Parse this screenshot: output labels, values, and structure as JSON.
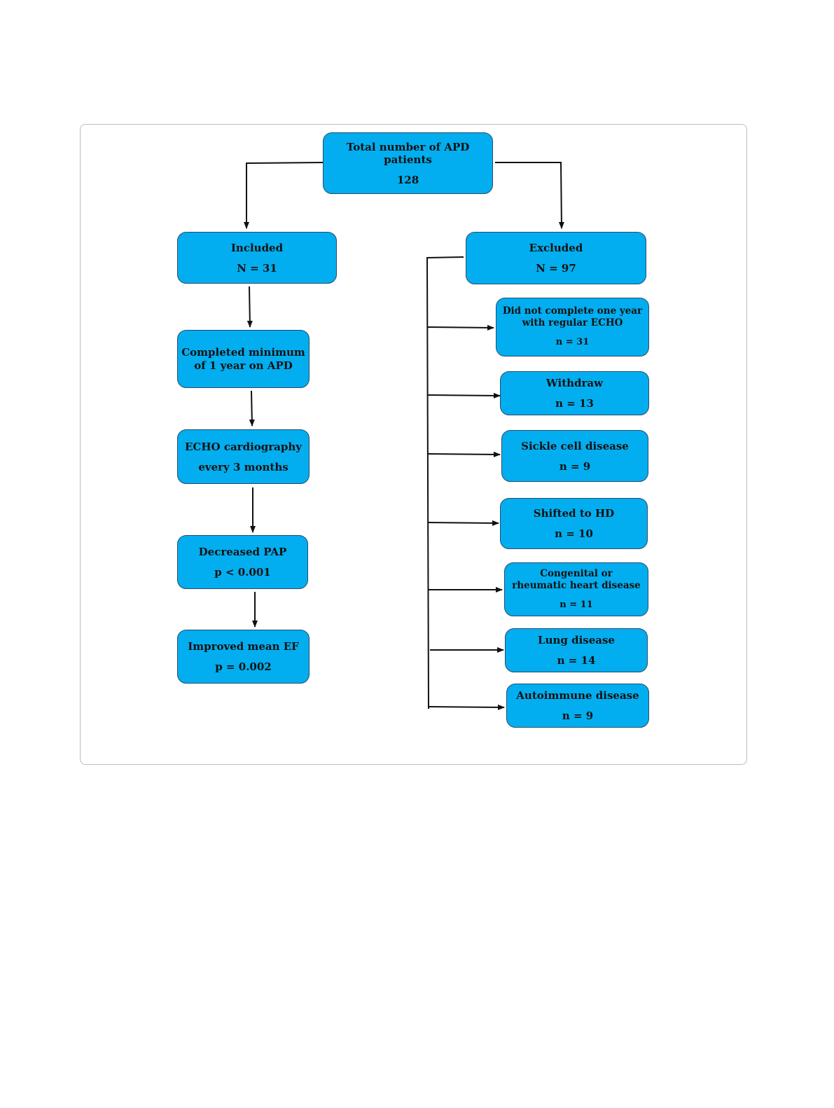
{
  "root": {
    "title": "Total number of APD patients",
    "count": "128"
  },
  "left": [
    {
      "title": "Included",
      "count": "N = 31"
    },
    {
      "title": "Completed minimum\nof 1 year on APD",
      "count": ""
    },
    {
      "title": "ECHO cardiography",
      "count": "every 3 months"
    },
    {
      "title": "Decreased PAP",
      "count": "p < 0.001"
    },
    {
      "title": "Improved mean EF",
      "count": "p = 0.002"
    }
  ],
  "excluded": {
    "title": "Excluded",
    "count": "N = 97"
  },
  "reasons": [
    {
      "title": "Did not complete one year with regular ECHO",
      "count": "n = 31"
    },
    {
      "title": "Withdraw",
      "count": "n = 13"
    },
    {
      "title": "Sickle cell disease",
      "count": "n = 9"
    },
    {
      "title": "Shifted to HD",
      "count": "n = 10"
    },
    {
      "title": "Congenital or rheumatic heart disease",
      "count": "n = 11"
    },
    {
      "title": "Lung disease",
      "count": "n = 14"
    },
    {
      "title": "Autoimmune disease",
      "count": "n = 9"
    }
  ]
}
